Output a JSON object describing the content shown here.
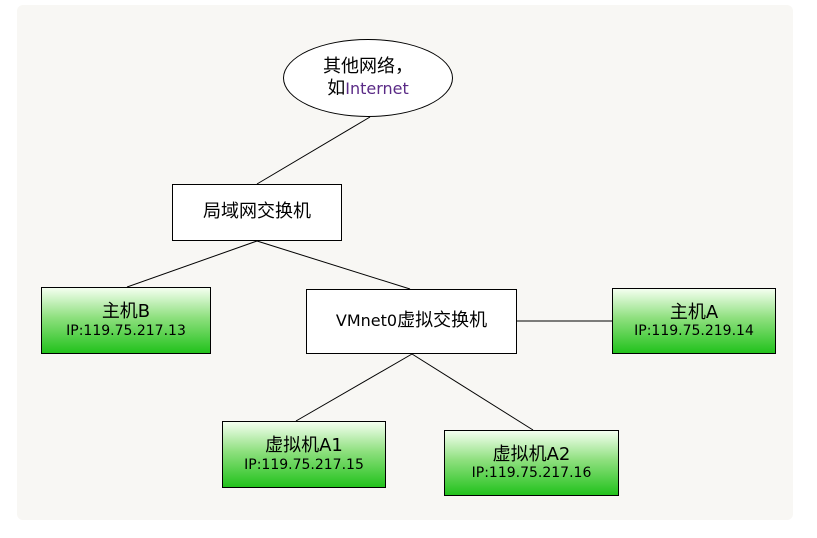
{
  "diagram": {
    "cloud": {
      "line1": "其他网络，",
      "line2_prefix": "如",
      "line2_highlight": "Internet"
    },
    "lan_switch": {
      "label": "局域网交换机"
    },
    "host_b": {
      "title": "主机B",
      "ip": "IP:119.75.217.13"
    },
    "vmnet_switch": {
      "label_prefix": "VMnet0",
      "label_suffix": "虚拟交换机"
    },
    "host_a": {
      "title": "主机A",
      "ip": "IP:119.75.219.14"
    },
    "vm_a1": {
      "title": "虚拟机A1",
      "ip": "IP:119.75.217.15"
    },
    "vm_a2": {
      "title": "虚拟机A2",
      "ip": "IP:119.75.217.16"
    }
  },
  "colors": {
    "canvas_background": "#f8f7f4",
    "node_green_top": "#f4fff0",
    "node_green_bottom": "#22c21c",
    "internet_text": "#5a2a86"
  }
}
